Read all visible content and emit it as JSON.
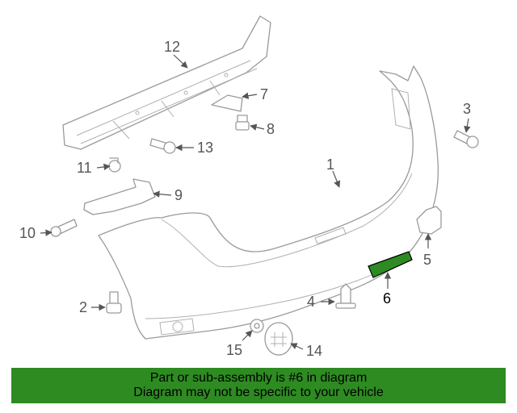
{
  "diagram": {
    "callouts": {
      "c1": "1",
      "c2": "2",
      "c3": "3",
      "c4": "4",
      "c5": "5",
      "c6": "6",
      "c7": "7",
      "c8": "8",
      "c9": "9",
      "c10": "10",
      "c11": "11",
      "c12": "12",
      "c13": "13",
      "c14": "14",
      "c15": "15"
    },
    "highlighted_part": "6",
    "highlight_color": "#2e8b22"
  },
  "banner": {
    "line1": "Part or sub-assembly is #6 in diagram",
    "line2": "Diagram may not be specific to your vehicle",
    "background": "#2e8b22"
  }
}
